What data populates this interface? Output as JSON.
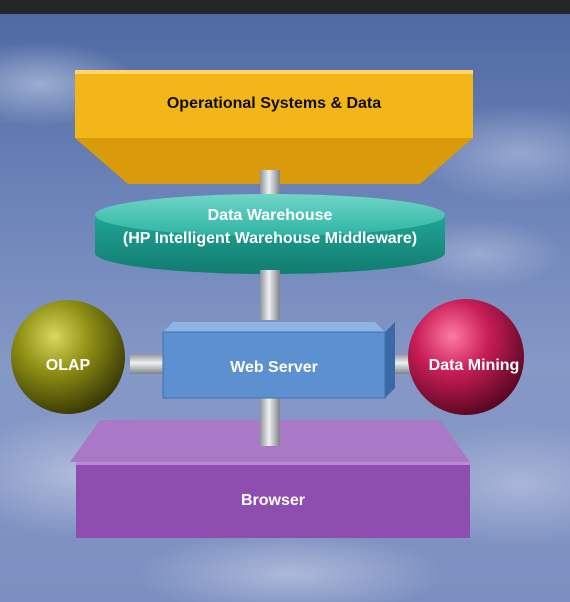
{
  "diagram": {
    "operational": "Operational Systems & Data",
    "warehouse_line1": "Data Warehouse",
    "warehouse_line2": "(HP Intelligent Warehouse Middleware)",
    "olap": "OLAP",
    "web_server": "Web Server",
    "data_mining": "Data Mining",
    "browser": "Browser"
  },
  "colors": {
    "operational": "#f2b416",
    "warehouse": "#1fa99a",
    "olap": "#8a8a12",
    "web_server": "#4f86c9",
    "data_mining": "#c41d55",
    "browser": "#8e4fb1",
    "connector": "#c9cdd2",
    "sky": "#7488be"
  }
}
